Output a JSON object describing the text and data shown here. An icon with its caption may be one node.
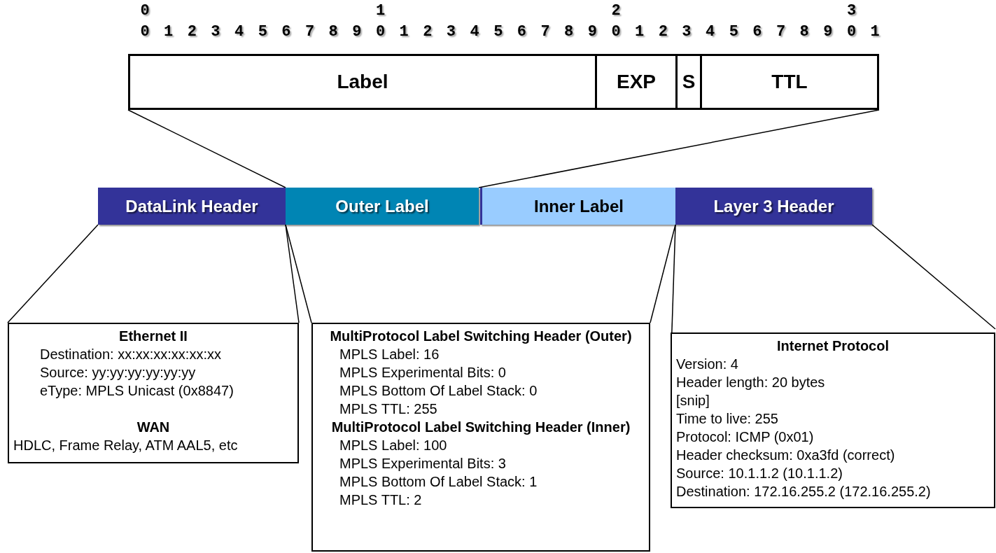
{
  "diagram": {
    "nodes": [
      {
        "text": [
          "Label"
        ]
      },
      {
        "text": [
          "EXP"
        ]
      },
      {
        "text": [
          "S"
        ]
      },
      {
        "text": [
          "TTL"
        ]
      },
      {
        "text": [
          "DataLink Header"
        ]
      },
      {
        "text": [
          "Outer Label"
        ]
      },
      {
        "text": [
          "Inner Label"
        ]
      },
      {
        "text": [
          "Layer 3 Header"
        ]
      },
      {
        "text": [
          "Ethernet II",
          "Destination: xx:xx:xx:xx:xx:xx",
          "Source: yy:yy:yy:yy:yy:yy",
          "eType: MPLS Unicast (0x8847)",
          "WAN",
          "HDLC, Frame Relay, ATM AAL5, etc"
        ]
      },
      {
        "text": [
          "MultiProtocol Label Switching Header (Outer)",
          "MPLS Label: 16",
          "MPLS Experimental Bits: 0",
          "MPLS Bottom Of Label Stack: 0",
          "MPLS TTL: 255",
          "MultiProtocol Label Switching Header (Inner)",
          "MPLS Label: 100",
          "MPLS Experimental Bits: 3",
          "MPLS Bottom Of Label Stack: 1",
          "MPLS TTL: 2"
        ]
      },
      {
        "text": [
          "Internet Protocol",
          "Version: 4",
          "Header length: 20 bytes",
          "[snip]",
          "Time to live: 255",
          "Protocol: ICMP (0x01)",
          "Header checksum: 0xa3fd (correct)",
          "Source: 10.1.1.2 (10.1.1.2)",
          "Destination: 172.16.255.2 (172.16.255.2)"
        ]
      }
    ],
    "edges": [
      {
        "from": 5,
        "to": 0,
        "arrow": "none"
      },
      {
        "from": 5,
        "to": 3,
        "arrow": "none"
      },
      {
        "from": 4,
        "to": 8,
        "arrow": "none"
      },
      {
        "from": 4,
        "to": 8,
        "arrow": "none"
      },
      {
        "from": 5,
        "to": 9,
        "arrow": "none"
      },
      {
        "from": 6,
        "to": 9,
        "arrow": "none"
      },
      {
        "from": 7,
        "to": 10,
        "arrow": "none"
      },
      {
        "from": 7,
        "to": 10,
        "arrow": "none"
      }
    ],
    "labels": [
      "0",
      "1",
      "2",
      "3",
      "0",
      "1",
      "2",
      "3",
      "4",
      "5",
      "6",
      "7",
      "8",
      "9",
      "0",
      "1",
      "2",
      "3",
      "4",
      "5",
      "6",
      "7",
      "8",
      "9",
      "0",
      "1",
      "2",
      "3",
      "4",
      "5",
      "6",
      "7",
      "8",
      "9",
      "0",
      "1"
    ]
  }
}
